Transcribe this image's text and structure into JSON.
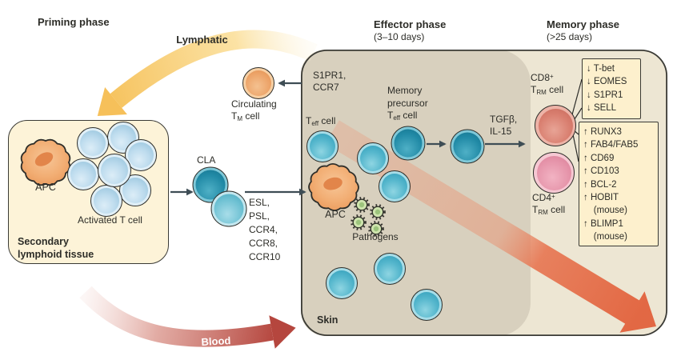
{
  "figure": {
    "priming_title": "Priming phase",
    "effector_title": "Effector phase",
    "effector_subtitle": "(3–10 days)",
    "memory_title": "Memory phase",
    "memory_subtitle": "(>25 days)",
    "lymphatic_label": "Lymphatic",
    "blood_label": "Blood"
  },
  "priming": {
    "apc_label": "APC",
    "activated_label": "Activated T cell",
    "tissue_line1": "Secondary",
    "tissue_line2": "lymphoid tissue"
  },
  "circulating": {
    "line1": "Circulating",
    "t": "T",
    "sub": "M",
    "cell": " cell",
    "arrow_line1": "S1PR1,",
    "arrow_line2": "CCR7"
  },
  "cla": {
    "label": "CLA",
    "homing": [
      "ESL,",
      "PSL,",
      "CCR4,",
      "CCR8,",
      "CCR10"
    ]
  },
  "effector": {
    "t": "T",
    "eff": "eff",
    "cell": " cell",
    "apc_label": "APC",
    "pathogens_label": "Pathogens",
    "mp_line1": "Memory",
    "mp_line2": "precursor",
    "tgf_line1": "TGFβ,",
    "tgf_line2": "IL-15",
    "skin_label": "Skin"
  },
  "memory": {
    "cd8": "CD8",
    "cd8_sup": "+",
    "cd4": "CD4",
    "cd4_sup": "+",
    "t": "T",
    "rm": "RM",
    "cell": " cell",
    "downregulated": [
      "↓ T-bet",
      "↓ EOMES",
      "↓ S1PR1",
      "↓ SELL"
    ],
    "upregulated": [
      "↑ RUNX3",
      "↑ FAB4/FAB5",
      "↑ CD69",
      "↑ CD103",
      "↑ BCL-2",
      "↑ HOBIT",
      "    (mouse)",
      "↑ BLIMP1",
      "    (mouse)"
    ]
  },
  "colors": {
    "skin_fill": "#d8d0be",
    "memory_fill": "#ede6d3",
    "lymphoid_fill": "#fdf3d8",
    "annotation_fill": "#fdf0cd",
    "lymphatic_arrow": "#f6c35f",
    "blood_arrow": "#b5463e",
    "migration_arrow": "#e46f4e",
    "teff_cell": "#56b7cd",
    "cd8_trm_cell": "#d97f70",
    "cd4_trm_cell": "#e593a9"
  }
}
